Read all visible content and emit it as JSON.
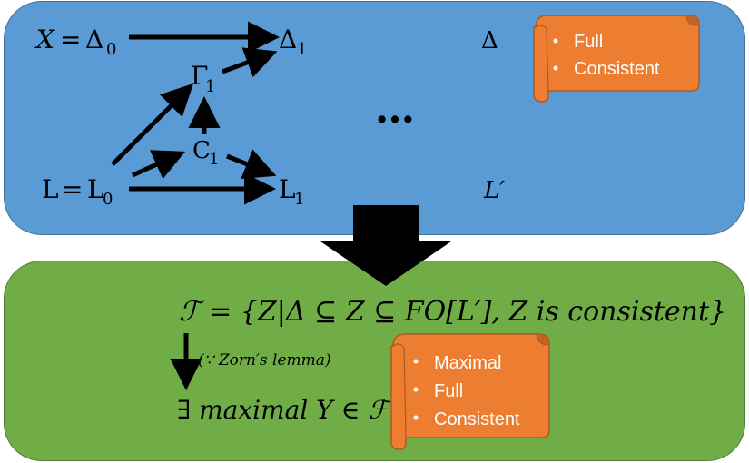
{
  "top": {
    "X": "X",
    "eq": "=",
    "Delta": "Δ",
    "sub0": "0",
    "sub1": "1",
    "Gamma": "Γ",
    "C": "C",
    "L": "L",
    "dots": "…",
    "Delta_right": "Δ",
    "L_prime": "L′",
    "scroll_items": [
      "Full",
      "Consistent"
    ]
  },
  "bottom": {
    "family_def": "ℱ = {Z|Δ ⊆ Z ⊆ FO[L′], Z is consistent}",
    "reason": "(∵ Zorn′s lemma)",
    "conclusion": "∃ maximal Y ∈ ℱ",
    "scroll_items": [
      "Maximal",
      "Full",
      "Consistent"
    ]
  },
  "colors": {
    "top_panel": "#5b9bd5",
    "bottom_panel": "#70ad47",
    "scroll": "#ed7d31",
    "arrow": "#000000"
  }
}
